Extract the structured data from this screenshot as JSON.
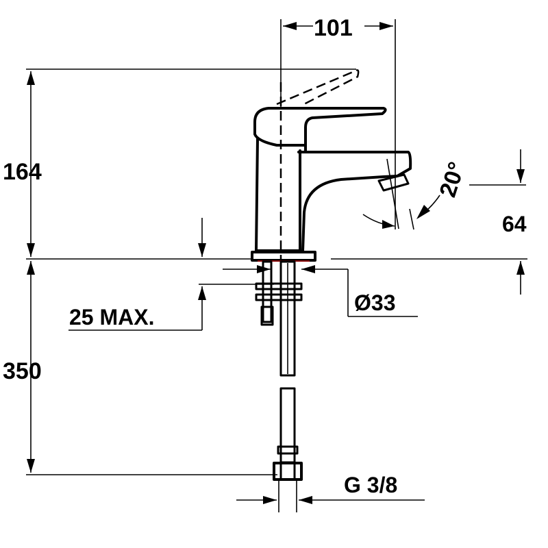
{
  "drawing": {
    "dimensions": {
      "spout_reach": "101",
      "total_height": "164",
      "spout_height": "64",
      "lever_angle": "20°",
      "max_deck_thickness": "25 MAX.",
      "hole_diameter": "Ø33",
      "hose_length": "350",
      "connection_thread": "G 3/8"
    },
    "colors": {
      "lines": "#000000",
      "background": "#ffffff",
      "base_accent": "#b00000"
    }
  }
}
